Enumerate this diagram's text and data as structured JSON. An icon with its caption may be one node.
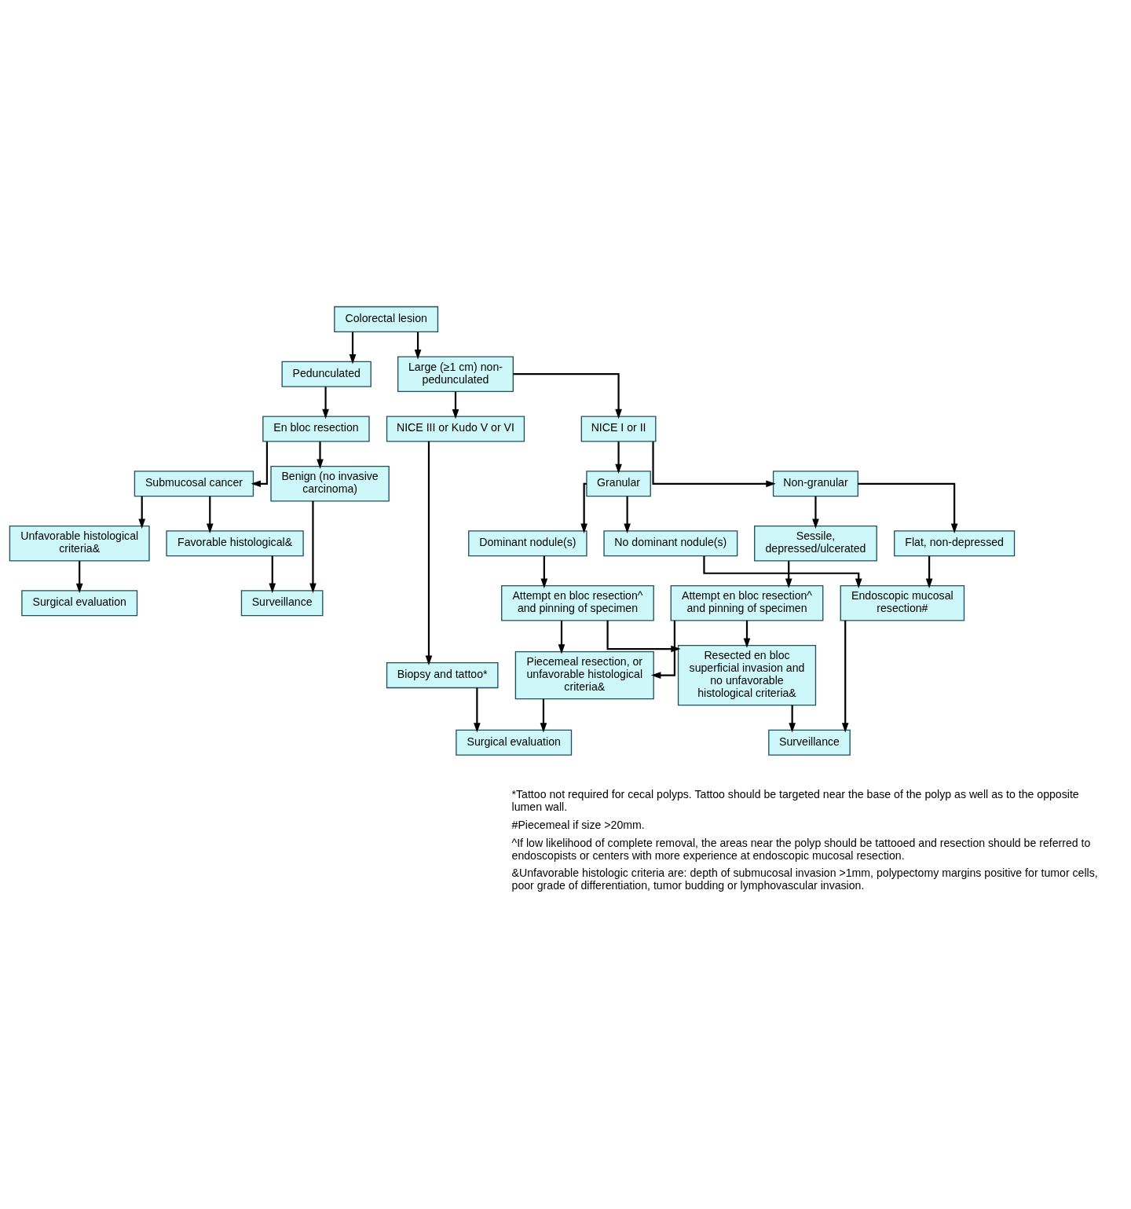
{
  "diagram": {
    "nodes": [
      {
        "text": [
          "Colorectal lesion"
        ]
      },
      {
        "text": [
          "Pedunculated"
        ]
      },
      {
        "text": [
          "Large (≥1 cm) non-pedunculated"
        ]
      },
      {
        "text": [
          "En bloc resection"
        ]
      },
      {
        "text": [
          "NICE I or II"
        ]
      },
      {
        "text": [
          "NICE III or Kudo V or VI"
        ]
      },
      {
        "text": [
          "Granular"
        ]
      },
      {
        "text": [
          "Non-granular"
        ]
      },
      {
        "text": [
          "Biopsy and tattoo*"
        ]
      },
      {
        "text": [
          "Surgical evaluation"
        ]
      },
      {
        "text": [
          "Benign (no invasive carcinoma)"
        ]
      },
      {
        "text": [
          "Submucosal cancer"
        ]
      },
      {
        "text": [
          "Dominant nodule(s)"
        ]
      },
      {
        "text": [
          "No dominant nodule(s)"
        ]
      },
      {
        "text": [
          "Flat, non-depressed"
        ]
      },
      {
        "text": [
          "Sessile, depressed/ulcerated"
        ]
      },
      {
        "text": [
          "Favorable histological&"
        ]
      },
      {
        "text": [
          "Unfavorable histological criteria&"
        ]
      },
      {
        "text": [
          "Attempt en bloc resection^ and pinning of specimen"
        ]
      },
      {
        "text": [
          "Endoscopic mucosal resection#"
        ]
      },
      {
        "text": [
          "Attempt en bloc resection^ and pinning of specimen"
        ]
      },
      {
        "text": [
          "Surveillance"
        ]
      },
      {
        "text": [
          "Surgical evaluation"
        ]
      },
      {
        "text": [
          "Surveillance"
        ]
      },
      {
        "text": [
          "Resected en bloc superficial invasion and no unfavorable histological criteria&"
        ]
      },
      {
        "text": [
          "Piecemeal resection, or unfavorable histological criteria&"
        ]
      }
    ],
    "edges": [
      {
        "from": 0,
        "to": 1,
        "arrow": "to"
      },
      {
        "from": 0,
        "to": 2,
        "arrow": "to"
      },
      {
        "from": 1,
        "to": 3,
        "arrow": "to"
      },
      {
        "from": 2,
        "to": 4,
        "arrow": "to"
      },
      {
        "from": 2,
        "to": 5,
        "arrow": "to"
      },
      {
        "from": 4,
        "to": 6,
        "arrow": "to"
      },
      {
        "from": 4,
        "to": 7,
        "arrow": "to"
      },
      {
        "from": 5,
        "to": 8,
        "arrow": "to"
      },
      {
        "from": 8,
        "to": 9,
        "arrow": "to"
      },
      {
        "from": 3,
        "to": 10,
        "arrow": "to"
      },
      {
        "from": 3,
        "to": 11,
        "arrow": "to"
      },
      {
        "from": 6,
        "to": 12,
        "arrow": "to"
      },
      {
        "from": 6,
        "to": 13,
        "arrow": "to"
      },
      {
        "from": 7,
        "to": 14,
        "arrow": "to"
      },
      {
        "from": 7,
        "to": 15,
        "arrow": "to"
      },
      {
        "from": 11,
        "to": 16,
        "arrow": "to"
      },
      {
        "from": 11,
        "to": 17,
        "arrow": "to"
      },
      {
        "from": 12,
        "to": 18,
        "arrow": "to"
      },
      {
        "from": 13,
        "to": 19,
        "arrow": "to"
      },
      {
        "from": 14,
        "to": 19,
        "arrow": "to"
      },
      {
        "from": 15,
        "to": 20,
        "arrow": "to"
      },
      {
        "from": 10,
        "to": 21,
        "arrow": "to"
      },
      {
        "from": 16,
        "to": 21,
        "arrow": "to"
      },
      {
        "from": 17,
        "to": 22,
        "arrow": "to"
      },
      {
        "from": 19,
        "to": 23,
        "arrow": "to"
      },
      {
        "from": 18,
        "to": 24,
        "arrow": "to"
      },
      {
        "from": 18,
        "to": 25,
        "arrow": "to"
      },
      {
        "from": 20,
        "to": 24,
        "arrow": "to"
      },
      {
        "from": 20,
        "to": 25,
        "arrow": "to"
      },
      {
        "from": 24,
        "to": 23,
        "arrow": "to"
      },
      {
        "from": 25,
        "to": 9,
        "arrow": "to"
      }
    ],
    "labels": [
      "*Tattoo not required for cecal polyps. Tattoo should be targeted near the base of the polyp as well as to the opposite lumen wall.",
      "#Piecemeal if size >20mm.",
      "^If low likelihood of complete removal, the areas near the polyp should be tattooed and resection should be referred to endoscopists or centers with more experience at endoscopic mucosal resection.",
      "&Unfavorable histologic criteria are: depth of submucosal invasion >1mm, polypectomy margins positive for tumor cells, poor grade of differentiation, tumor budding or lymphovascular invasion."
    ]
  }
}
